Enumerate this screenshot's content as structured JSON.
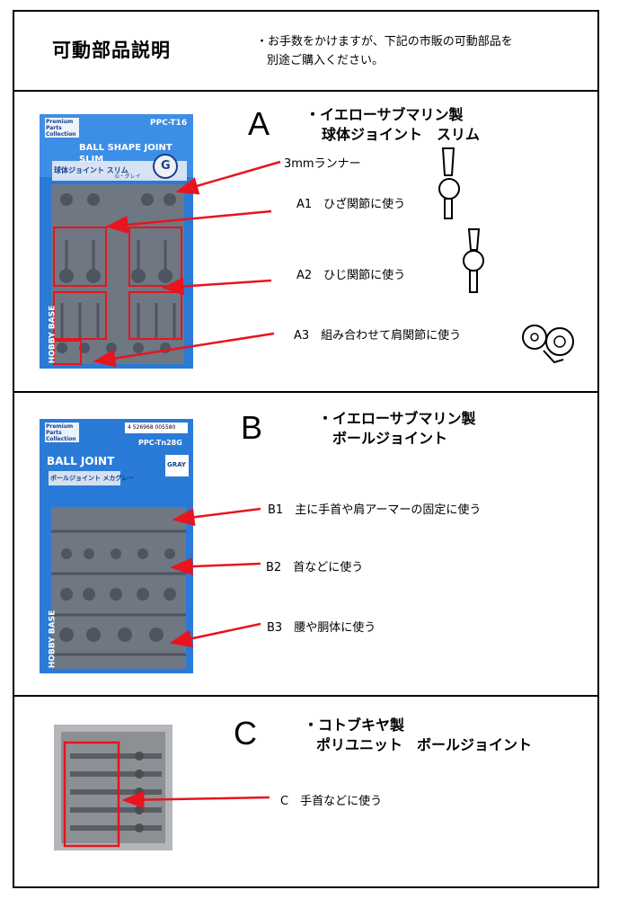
{
  "header": {
    "title": "可動部品説明",
    "note_line1": "・お手数をかけますが、下記の市販の可動部品を",
    "note_line2": "別途ご購入ください。"
  },
  "sections": {
    "A": {
      "letter": "A",
      "maker_line1": "・イエローサブマリン製",
      "maker_line2": "球体ジョイント　スリム",
      "package": {
        "brand": "Premium Parts Collection",
        "code": "PPC-T16",
        "name_en_1": "BALL SHAPE JOINT",
        "name_en_2": "SLIM",
        "name_jp": "球体ジョイント スリム",
        "color": "G・グレイ",
        "badge": "G",
        "side_text": "HOBBY BASE"
      },
      "runner_label": "3mmランナー",
      "items": [
        {
          "label": "A1　ひざ関節に使う"
        },
        {
          "label": "A2　ひじ関節に使う"
        },
        {
          "label": "A3　組み合わせて肩関節に使う"
        }
      ]
    },
    "B": {
      "letter": "B",
      "maker_line1": "・イエローサブマリン製",
      "maker_line2": "ボールジョイント",
      "package": {
        "brand": "Premium Parts Collection",
        "barcode": "4 526968 005580",
        "code": "PPC-Tn28G",
        "name_en": "BALL JOINT",
        "name_jp": "ボールジョイント メカグレー",
        "badge": "GRAY",
        "side_text": "HOBBY BASE"
      },
      "items": [
        {
          "label": "B1　主に手首や肩アーマーの固定に使う"
        },
        {
          "label": "B2　首などに使う"
        },
        {
          "label": "B3　腰や胴体に使う"
        }
      ]
    },
    "C": {
      "letter": "C",
      "maker_line1": "・コトブキヤ製",
      "maker_line2": "ポリユニット　ボールジョイント",
      "items": [
        {
          "label": "C　手首などに使う"
        }
      ]
    }
  },
  "colors": {
    "arrow": "#e8141e",
    "package_blue": "#1f6fd0",
    "plastic_gray": "#5c6470"
  }
}
